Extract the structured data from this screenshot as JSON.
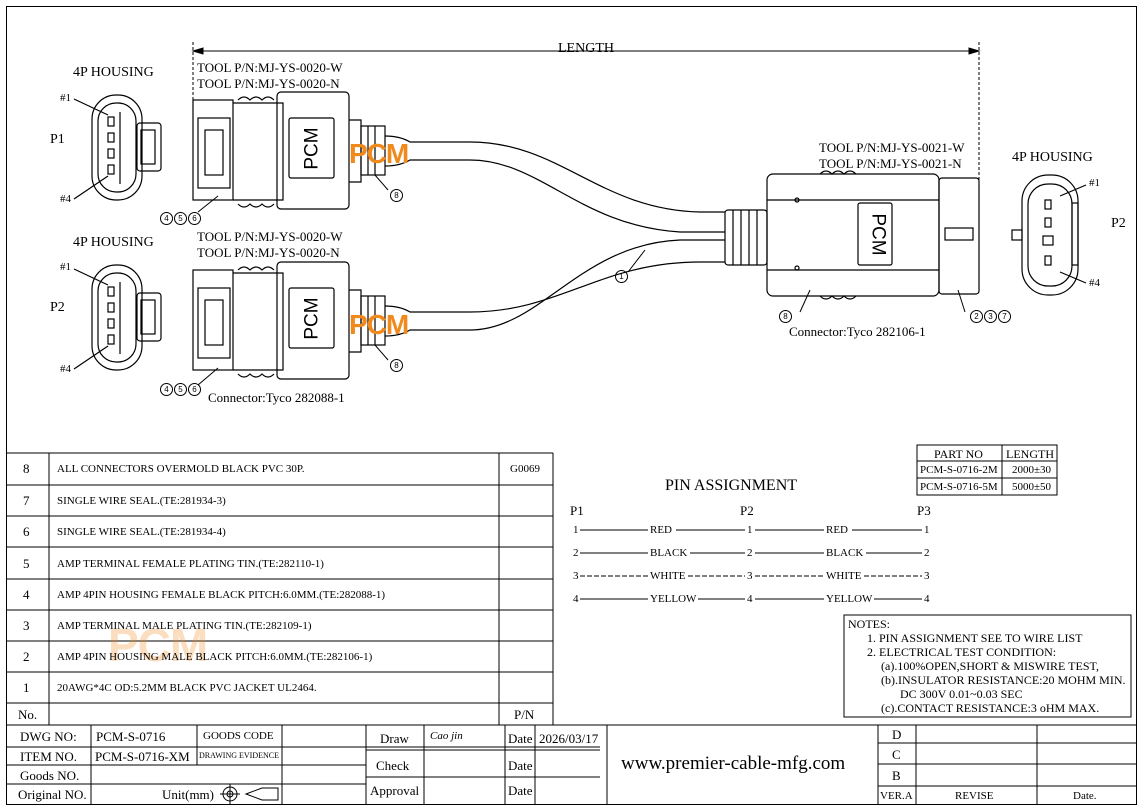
{
  "drawing": {
    "length_label": "LENGTH",
    "housing_label": "4P HOUSING",
    "tool_p1_w": "TOOL P/N:MJ-YS-0020-W",
    "tool_p1_n": "TOOL P/N:MJ-YS-0020-N",
    "tool_p2_w": "TOOL P/N:MJ-YS-0020-W",
    "tool_p2_n": "TOOL P/N:MJ-YS-0020-N",
    "tool_p3_w": "TOOL P/N:MJ-YS-0021-W",
    "tool_p3_n": "TOOL P/N:MJ-YS-0021-N",
    "p1": "P1",
    "p2": "P2",
    "pin_first": "#1",
    "pin_last": "#4",
    "overmold_text": "PCM",
    "watermark": "PCM",
    "connector_left": "Connector:Tyco 282088-1",
    "connector_right": "Connector:Tyco 282106-1",
    "callout_left": [
      "4",
      "5",
      "6"
    ],
    "callout_right": [
      "2",
      "3",
      "7"
    ],
    "callout_8": "8",
    "callout_1": "1"
  },
  "bom": {
    "rows": [
      {
        "no": "8",
        "desc": "ALL CONNECTORS OVERMOLD BLACK PVC 30P.",
        "pn": "G0069"
      },
      {
        "no": "7",
        "desc": "SINGLE WIRE SEAL.(TE:281934-3)",
        "pn": ""
      },
      {
        "no": "6",
        "desc": "SINGLE WIRE SEAL.(TE:281934-4)",
        "pn": ""
      },
      {
        "no": "5",
        "desc": "AMP TERMINAL FEMALE PLATING TIN.(TE:282110-1)",
        "pn": ""
      },
      {
        "no": "4",
        "desc": "AMP 4PIN HOUSING FEMALE BLACK PITCH:6.0MM.(TE:282088-1)",
        "pn": ""
      },
      {
        "no": "3",
        "desc": "AMP TERMINAL MALE PLATING TIN.(TE:282109-1)",
        "pn": ""
      },
      {
        "no": "2",
        "desc": "AMP 4PIN HOUSING MALE BLACK PITCH:6.0MM.(TE:282106-1)",
        "pn": ""
      },
      {
        "no": "1",
        "desc": "20AWG*4C OD:5.2MM BLACK PVC JACKET UL2464.",
        "pn": ""
      }
    ],
    "header_no": "No.",
    "header_pn": "P/N"
  },
  "part_table": {
    "headers": [
      "PART NO",
      "LENGTH"
    ],
    "rows": [
      [
        "PCM-S-0716-2M",
        "2000±30"
      ],
      [
        "PCM-S-0716-5M",
        "5000±50"
      ]
    ]
  },
  "pin_assignment": {
    "title": "PIN   ASSIGNMENT",
    "columns": [
      "P1",
      "P2",
      "P3"
    ],
    "rows": [
      {
        "pin": "1",
        "color": "RED"
      },
      {
        "pin": "2",
        "color": "BLACK"
      },
      {
        "pin": "3",
        "color": "WHITE"
      },
      {
        "pin": "4",
        "color": "YELLOW"
      }
    ]
  },
  "notes": {
    "title": "NOTES:",
    "lines": [
      "1.  PIN ASSIGNMENT SEE TO WIRE LIST",
      "2.  ELECTRICAL TEST CONDITION:",
      "(a).100%OPEN,SHORT & MISWIRE TEST,",
      "(b).INSULATOR RESISTANCE:20 MOHM MIN.",
      "DC 300V 0.01~0.03 SEC",
      "(c).CONTACT RESISTANCE:3 oHM MAX."
    ]
  },
  "title_block": {
    "dwg_no_label": "DWG NO:",
    "dwg_no": "PCM-S-0716",
    "goods_code": "GOODS CODE",
    "item_no_label": "ITEM NO.",
    "item_no": "PCM-S-0716-XM",
    "drawing_evidence": "DRAWING EVIDENCE",
    "goods_no_label": "Goods NO.",
    "original_no_label": "Original NO.",
    "unit_label": "Unit(mm)",
    "draw": "Draw",
    "check": "Check",
    "approval": "Approval",
    "drawer_signature": "Cao jin",
    "date_label": "Date",
    "date_value": "2026/03/17",
    "website": "www.premier-cable-mfg.com",
    "rev_letters": [
      "D",
      "C",
      "B"
    ],
    "ver_label": "VER.A",
    "revise_label": "REVISE",
    "date_col_label": "Date."
  }
}
